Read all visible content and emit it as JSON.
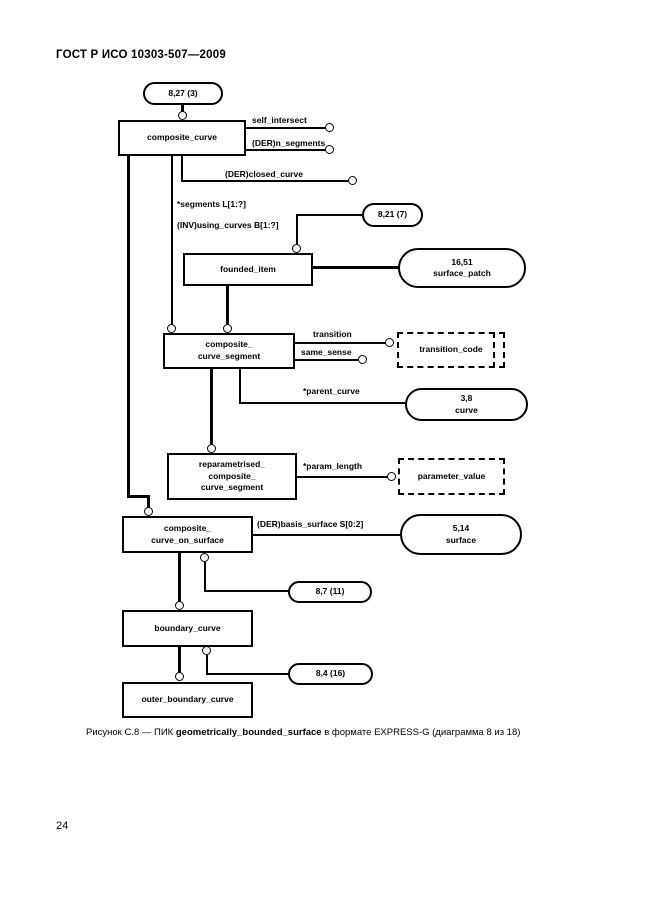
{
  "page": {
    "header": "ГОСТ Р ИСО 10303-507—2009",
    "number": "24"
  },
  "caption": {
    "prefix": "Рисунок С.8 — ПИК ",
    "bold": "geometrically_bounded_surface",
    "suffix": " в формате EXPRESS-G (диаграмма 8 из 18)"
  },
  "diagram": {
    "page_refs": {
      "top": "8,27 (3)",
      "founded_item": "8,21 (7)",
      "curve_on_surface": "8,7 (11)",
      "boundary_curve": "8,4 (16)"
    },
    "external_refs": {
      "surface_patch": "16,51\nsurface_patch",
      "curve": "3,8\ncurve",
      "surface": "5,14\nsurface"
    },
    "entities": {
      "composite_curve": "composite_curve",
      "founded_item": "founded_item",
      "composite_curve_segment": "composite_\ncurve_segment",
      "reparametrised_composite_curve_segment": "reparametrised_\ncomposite_\ncurve_segment",
      "composite_curve_on_surface": "composite_\ncurve_on_surface",
      "boundary_curve": "boundary_curve",
      "outer_boundary_curve": "outer_boundary_curve"
    },
    "types": {
      "transition_code": "transition_code",
      "parameter_value": "parameter_value"
    },
    "attributes": {
      "self_intersect": "self_intersect",
      "n_segments": "(DER)n_segments",
      "closed_curve": "(DER)closed_curve",
      "segments": "*segments L[1:?]",
      "using_curves": "(INV)using_curves B[1:?]",
      "transition": "transition",
      "same_sense": "same_sense",
      "parent_curve": "*parent_curve",
      "param_length": "*param_length",
      "basis_surface": "(DER)basis_surface S[0:2]"
    },
    "colors": {
      "ink": "#000000",
      "paper": "#ffffff"
    }
  }
}
